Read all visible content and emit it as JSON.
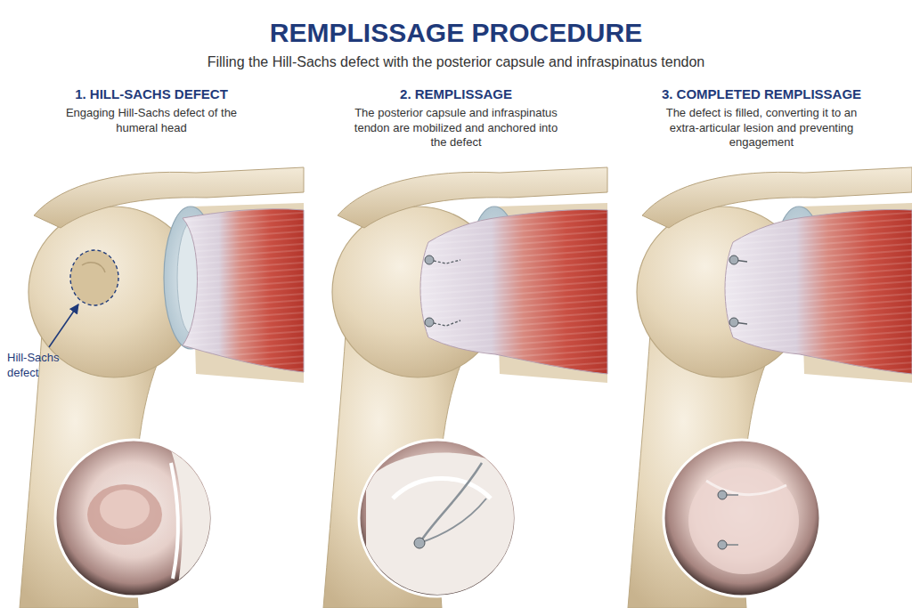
{
  "diagram": {
    "title": "REMPLISSAGE PROCEDURE",
    "caption": "Filling the Hill-Sachs defect with the posterior capsule and infraspinatus tendon",
    "labels": [
      "1. HILL-SACHS DEFECT",
      "Engaging Hill-Sachs defect of the humeral head",
      "Hill-Sachs defect",
      "2. REMPLISSAGE",
      "The posterior capsule and infraspinatus tendon are mobilized and anchored into the defect",
      "3. COMPLETED REMPLISSAGE",
      "The defect is filled, converting it to an extra-articular lesion and preventing engagement"
    ]
  }
}
